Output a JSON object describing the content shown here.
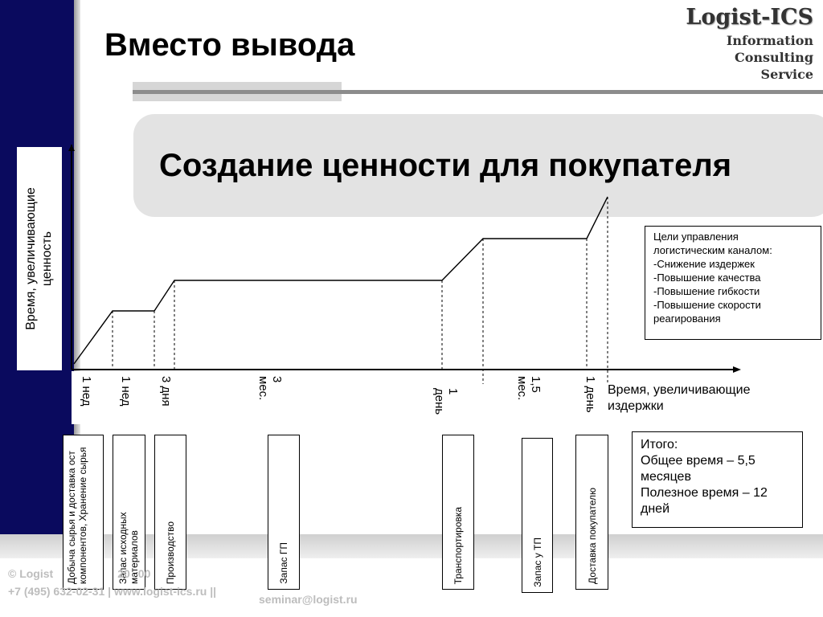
{
  "header": {
    "title": "Вместо вывода",
    "logo": {
      "name": "Logist-ICS",
      "line1": "Information",
      "line2": "Consulting",
      "line3": "Service"
    }
  },
  "banner": {
    "subtitle": "Создание ценности для покупателя"
  },
  "diagram": {
    "y_label": "Время, увеличивающие ценность",
    "x_label": "Время, увеличивающие издержки",
    "durations": [
      "1 нед",
      "1 нед",
      "3 дня",
      "3 мес.",
      "1 день",
      "1,5 мес.",
      "1 день"
    ],
    "stages": [
      "Добыча сырья и доставка ост компонентов, Хранение сырья",
      "Запас исходных материалов",
      "Производство",
      "Запас ГП",
      "Транспортировка",
      "Запас у ТП",
      "Доставка покупателю"
    ]
  },
  "goals": {
    "text": "Цели управления\nлогистическим каналом:\n-Снижение издержек\n-Повышение качества\n-Повышение гибкости\n-Повышение скорости\nреагирования"
  },
  "summary": {
    "text": "Итого:\n Общее время – 5,5\nмесяцев\nПолезное время – 12\nдней"
  },
  "footer": {
    "line1": "© Logist",
    "line1b": "20",
    "line1c": "00",
    "line2": "+7 (495) 632-02-31 | www.logist-ics.ru ||",
    "line3": "seminar@logist.ru"
  }
}
